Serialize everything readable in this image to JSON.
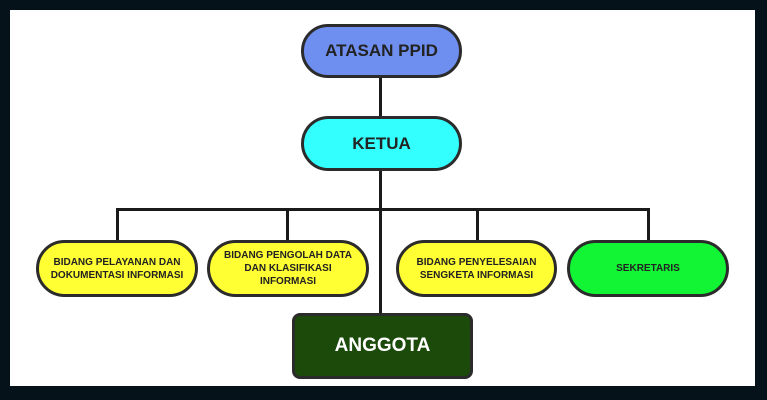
{
  "nodes": {
    "atasan": {
      "label": "ATASAN PPID",
      "color": "#6f8ff0"
    },
    "ketua": {
      "label": "KETUA",
      "color": "#33ffff"
    },
    "pelayanan": {
      "label": "BIDANG PELAYANAN DAN DOKUMENTASI INFORMASI",
      "color": "#ffff33"
    },
    "pengolah": {
      "label": "BIDANG PENGOLAH DATA DAN KLASIFIKASI INFORMASI",
      "color": "#ffff33"
    },
    "penyelesaian": {
      "label": "BIDANG PENYELESAIAN SENGKETA INFORMASI",
      "color": "#ffff33"
    },
    "sekretaris": {
      "label": "SEKRETARIS",
      "color": "#11f534"
    },
    "anggota": {
      "label": "ANGGOTA",
      "color": "#1c4a0a"
    }
  }
}
